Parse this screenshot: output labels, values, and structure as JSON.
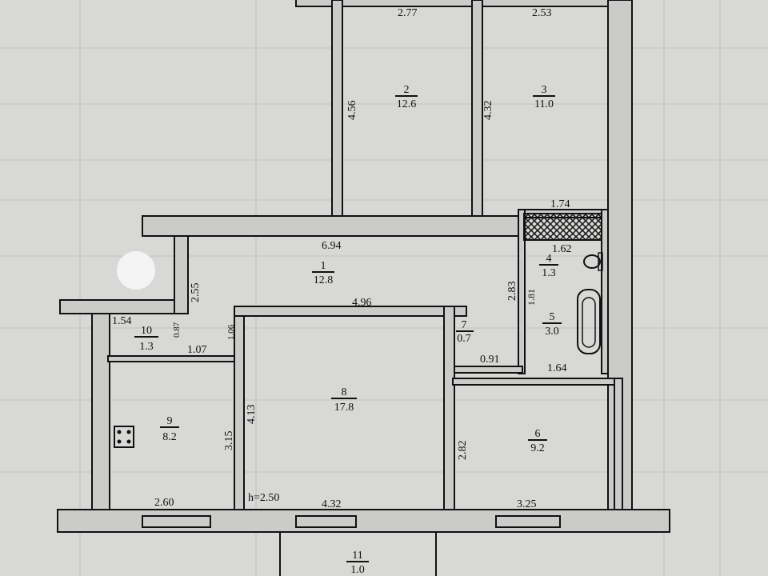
{
  "rooms": [
    {
      "number": "1",
      "area": "12.8"
    },
    {
      "number": "2",
      "area": "12.6"
    },
    {
      "number": "3",
      "area": "11.0"
    },
    {
      "number": "4",
      "area": "1.3"
    },
    {
      "number": "5",
      "area": "3.0"
    },
    {
      "number": "6",
      "area": "9.2"
    },
    {
      "number": "7",
      "area": "0.7"
    },
    {
      "number": "8",
      "area": "17.8"
    },
    {
      "number": "9",
      "area": "8.2"
    },
    {
      "number": "10",
      "area": "1.3"
    },
    {
      "number": "11",
      "area": "1.0"
    }
  ],
  "dimensions": {
    "d277": "2.77",
    "d253": "2.53",
    "d456": "4.56",
    "d432a": "4.32",
    "d174": "1.74",
    "d694": "6.94",
    "d162": "1.62",
    "d255": "2.55",
    "d283": "2.83",
    "d181": "1.81",
    "d496": "4.96",
    "d154": "1.54",
    "d087": "0.87",
    "d107": "1.07",
    "d106": "1.06",
    "d091": "0.91",
    "d164": "1.64",
    "d413": "4.13",
    "d315": "3.15",
    "d282": "2.82",
    "d260": "2.60",
    "d432b": "4.32",
    "d325": "3.25"
  },
  "ceiling_height": "h=2.50"
}
